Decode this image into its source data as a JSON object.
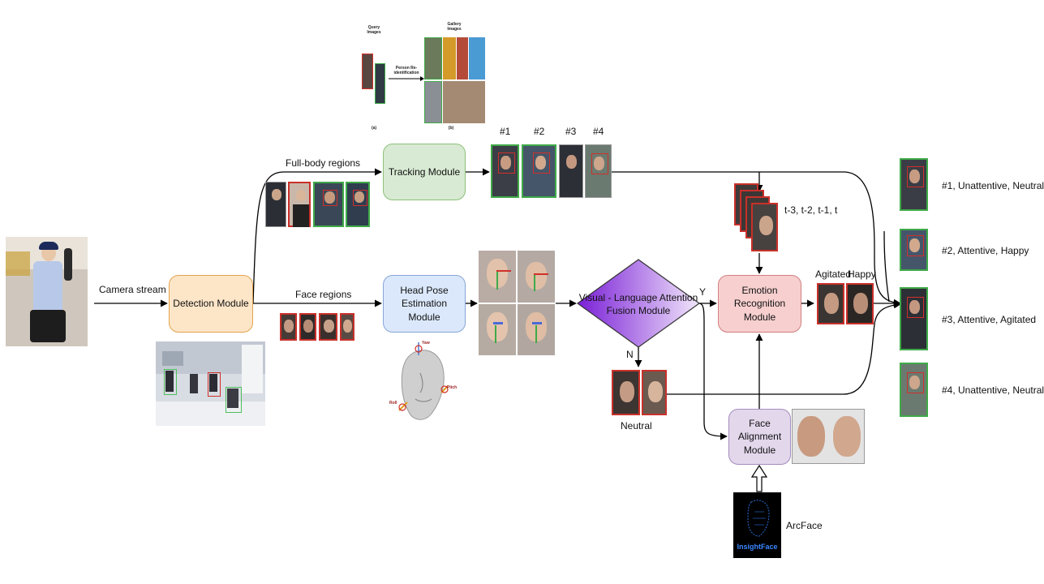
{
  "labels": {
    "camera_stream": "Camera stream",
    "full_body_regions": "Full-body regions",
    "face_regions": "Face regions",
    "time_steps": "t-3, t-2, t-1, t",
    "agitated": "Agitated",
    "happy": "Happy",
    "neutral": "Neutral",
    "yes": "Y",
    "no": "N",
    "arcface": "ArcFace"
  },
  "modules": {
    "detection": "Detection Module",
    "tracking": "Tracking Module",
    "head_pose": "Head Pose Estimation Module",
    "fusion": "Visual - Language Attention Fusion Module",
    "emotion": "Emotion Recognition Module",
    "face_alignment": "Face Alignment Module"
  },
  "track_ids": [
    "#1",
    "#2",
    "#3",
    "#4"
  ],
  "outputs": [
    "#1, Unattentive, Neutral",
    "#2, Attentive, Happy",
    "#3, Attentive, Agitated",
    "#4, Unattentive, Neutral"
  ],
  "reid_inset": {
    "query": "Query Images",
    "gallery": "Gallery Images",
    "person_reid": "Person Re-identification",
    "a": "(a)",
    "b": "(b)"
  },
  "head_mesh_axes": {
    "yaw": "Yaw",
    "pitch": "Pitch",
    "roll": "Roll"
  },
  "insightface_logo": "InsightFace",
  "colors": {
    "detection_fill": "#fde5c8",
    "tracking_fill": "#d8ead3",
    "head_pose_fill": "#dbe8fb",
    "fusion_fill": "#8a2be2",
    "emotion_fill": "#f7cfcf",
    "face_alignment_fill": "#e3d7ec",
    "bbox_red": "#d0302a",
    "frame_green": "#3faa48"
  }
}
